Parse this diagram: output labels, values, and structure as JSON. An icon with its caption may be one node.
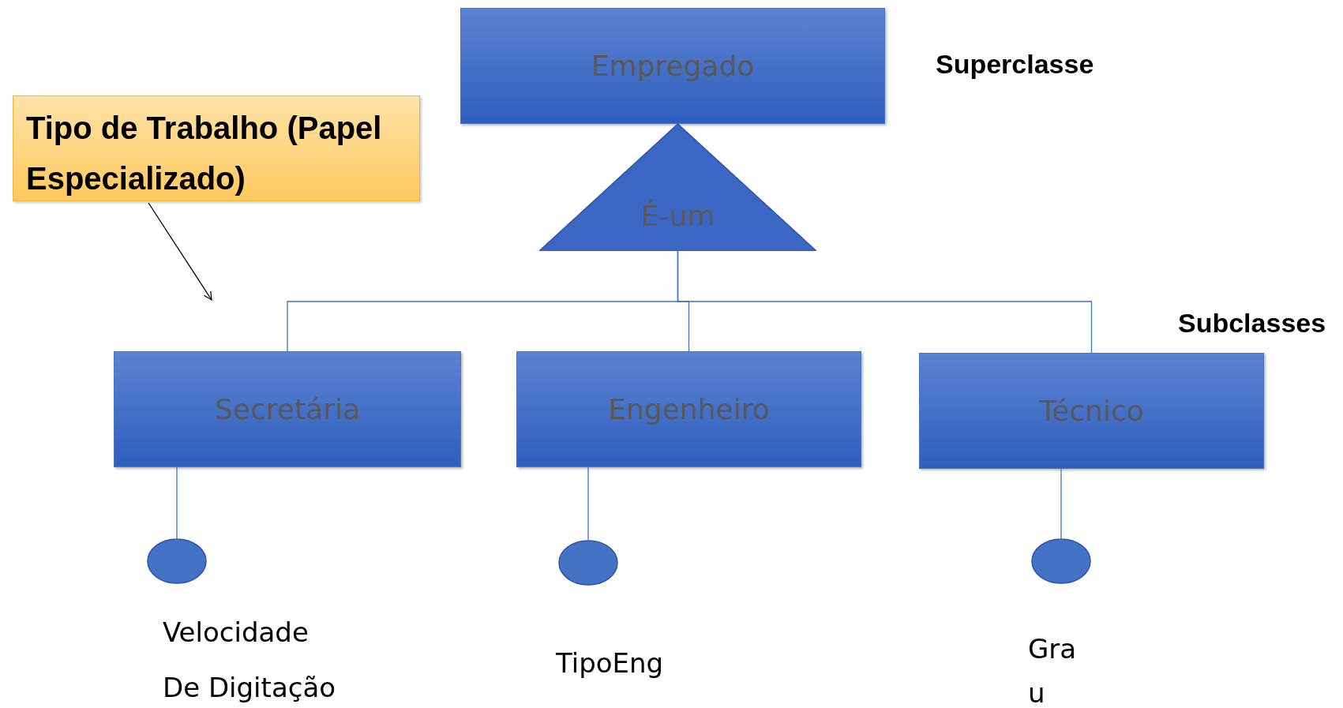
{
  "diagram": {
    "nodes": [
      {
        "text": [
          "Empregado"
        ]
      },
      {
        "text": [
          "Tipo de Trabalho (Papel Especializado)"
        ]
      },
      {
        "text": [
          "É-um"
        ]
      },
      {
        "text": [
          "Secretária"
        ]
      },
      {
        "text": [
          "Engenheiro"
        ]
      },
      {
        "text": [
          "Técnico"
        ]
      },
      {
        "text": [
          "Velocidade De Digitação"
        ]
      },
      {
        "text": [
          "TipoEng"
        ]
      },
      {
        "text": [
          "Grau"
        ]
      }
    ],
    "edges": [
      {
        "from": 1,
        "to": null,
        "arrow": "to",
        "color": "#000000"
      },
      {
        "from": 2,
        "to": 3,
        "arrow": "none"
      },
      {
        "from": 2,
        "to": 4,
        "arrow": "none"
      },
      {
        "from": 2,
        "to": 5,
        "arrow": "none"
      },
      {
        "from": 3,
        "to": 6,
        "arrow": "none"
      },
      {
        "from": 4,
        "to": 7,
        "arrow": "none"
      },
      {
        "from": 5,
        "to": 8,
        "arrow": "none"
      }
    ],
    "labels": [
      "Superclasse",
      "Subclasses"
    ]
  }
}
